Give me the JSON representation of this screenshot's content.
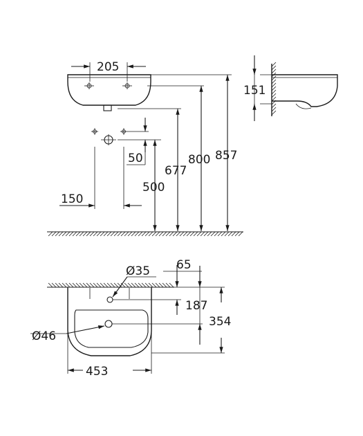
{
  "dimensions": {
    "front_width": "205",
    "side_depth": "151",
    "drain_offset": "50",
    "height_500": "500",
    "height_677": "677",
    "height_800": "800",
    "height_857": "857",
    "spacing_150": "150",
    "tap_hole_diameter": "Ø35",
    "tap_hole_offset": "65",
    "tap_hole_depth": "187",
    "basin_depth": "354",
    "drain_diameter": "Ø46",
    "basin_width": "453"
  }
}
